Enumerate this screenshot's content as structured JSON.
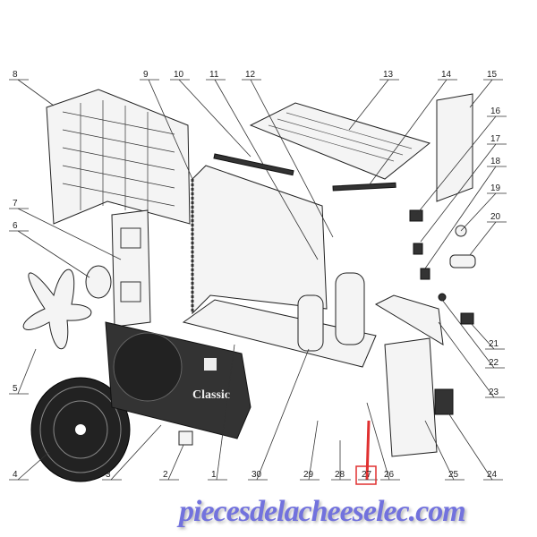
{
  "diagram": {
    "brand_text": "Classic",
    "part_labels": [
      "1",
      "2",
      "3",
      "4",
      "5",
      "6",
      "7",
      "8",
      "9",
      "10",
      "11",
      "12",
      "13",
      "14",
      "15",
      "16",
      "17",
      "18",
      "19",
      "20",
      "21",
      "22",
      "23",
      "24",
      "25",
      "26",
      "27",
      "28",
      "29",
      "30"
    ],
    "highlight_label": "27",
    "highlight_color": "#e03030"
  },
  "watermark": "piecesdelacheeselec.com"
}
